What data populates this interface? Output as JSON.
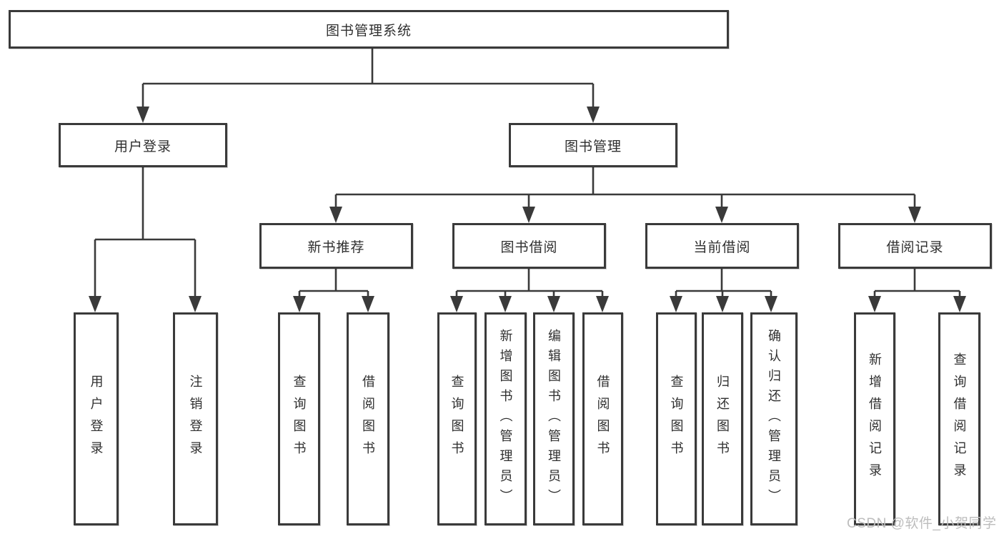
{
  "colors": {
    "line": "#3a3a3a",
    "box_border": "#3a3a3a",
    "text": "#2f2f2f",
    "watermark": "#bdbdbd",
    "background": "#ffffff"
  },
  "watermark": {
    "text": "CSDN @软件_小贺同学"
  },
  "diagram": {
    "root": {
      "label": "图书管理系统"
    },
    "level2": [
      {
        "label": "用户登录"
      },
      {
        "label": "图书管理"
      }
    ],
    "level3": [
      {
        "label": "新书推荐"
      },
      {
        "label": "图书借阅"
      },
      {
        "label": "当前借阅"
      },
      {
        "label": "借阅记录"
      }
    ],
    "leaves": [
      {
        "label": "用户登录"
      },
      {
        "label": "注销登录"
      },
      {
        "label": "查询图书"
      },
      {
        "label": "借阅图书"
      },
      {
        "label": "查询图书"
      },
      {
        "label": "新增图书（管理员）"
      },
      {
        "label": "编辑图书（管理员）"
      },
      {
        "label": "借阅图书"
      },
      {
        "label": "查询图书"
      },
      {
        "label": "归还图书"
      },
      {
        "label": "确认归还（管理员）"
      },
      {
        "label": "新增借阅记录"
      },
      {
        "label": "查询借阅记录"
      }
    ]
  }
}
